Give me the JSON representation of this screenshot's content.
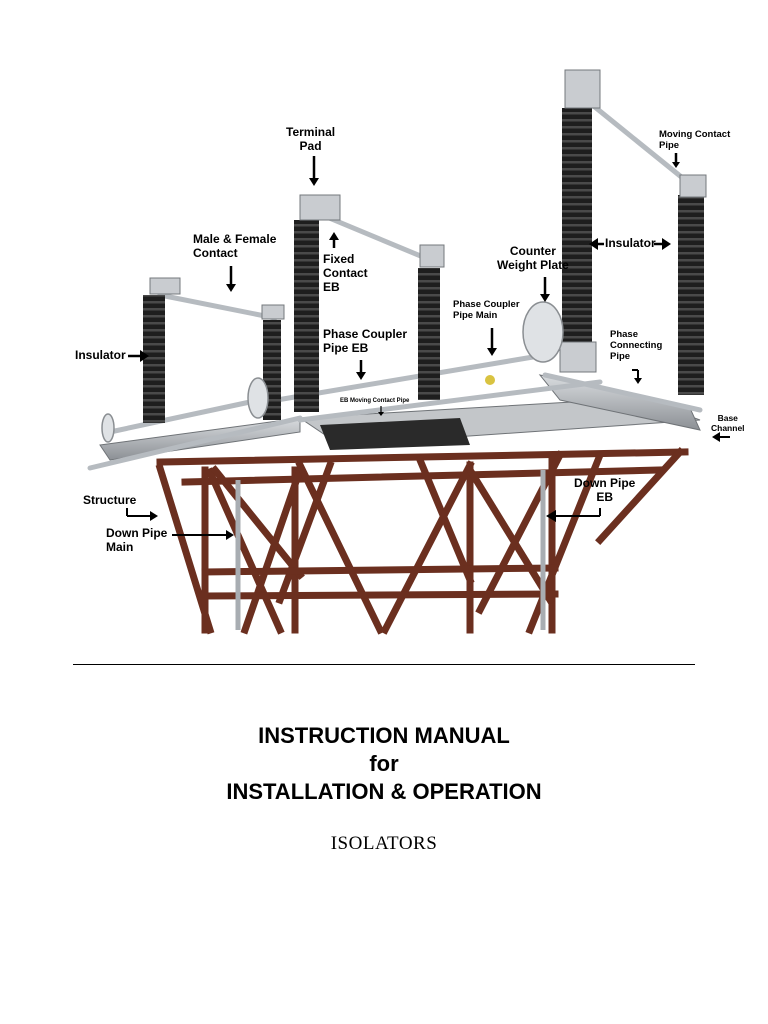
{
  "figure": {
    "labels": {
      "terminal_pad": [
        "Terminal",
        "Pad"
      ],
      "male_female_contact": [
        "Male & Female",
        "Contact"
      ],
      "fixed_contact_eb": [
        "Fixed",
        "Contact",
        "EB"
      ],
      "counter_weight_plate": [
        "Counter",
        "Weight Plate"
      ],
      "moving_contact_pipe": [
        "Moving Contact",
        "Pipe"
      ],
      "insulator_right": "Insulator",
      "insulator_left": "Insulator",
      "phase_coupler_pipe_main": [
        "Phase Coupler",
        "Pipe Main"
      ],
      "phase_coupler_pipe_eb": [
        "Phase Coupler",
        "Pipe EB"
      ],
      "phase_connecting_pipe": [
        "Phase",
        "Connecting",
        "Pipe"
      ],
      "eb_moving_contact_pipe": "EB Moving Contact Pipe",
      "base_channel": [
        "Base",
        "Channel"
      ],
      "structure": "Structure",
      "down_pipe_main": [
        "Down Pipe",
        "Main"
      ],
      "down_pipe_eb": [
        "Down Pipe",
        "EB"
      ]
    }
  },
  "title": {
    "line1": "INSTRUCTION MANUAL",
    "line2": "for",
    "line3": "INSTALLATION & OPERATION"
  },
  "subtitle": "ISOLATORS"
}
